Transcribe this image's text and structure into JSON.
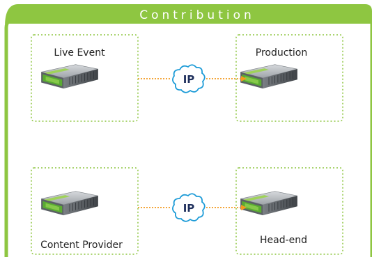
{
  "header": {
    "title": "Contribution"
  },
  "colors": {
    "green": "#8ec641",
    "dotted_green": "#8ec641",
    "arrow_orange": "#f39a1f",
    "cloud_stroke": "#1c9bd7",
    "ip_text": "#1e2f5c"
  },
  "nodes": {
    "live_event": "Live Event",
    "production": "Production",
    "content_provider": "Content Provider",
    "head_end": "Head-end"
  },
  "links": [
    {
      "label": "IP",
      "icon": "cloud-icon"
    },
    {
      "label": "IP",
      "icon": "cloud-icon"
    }
  ],
  "device_icon": "server-rack-icon"
}
